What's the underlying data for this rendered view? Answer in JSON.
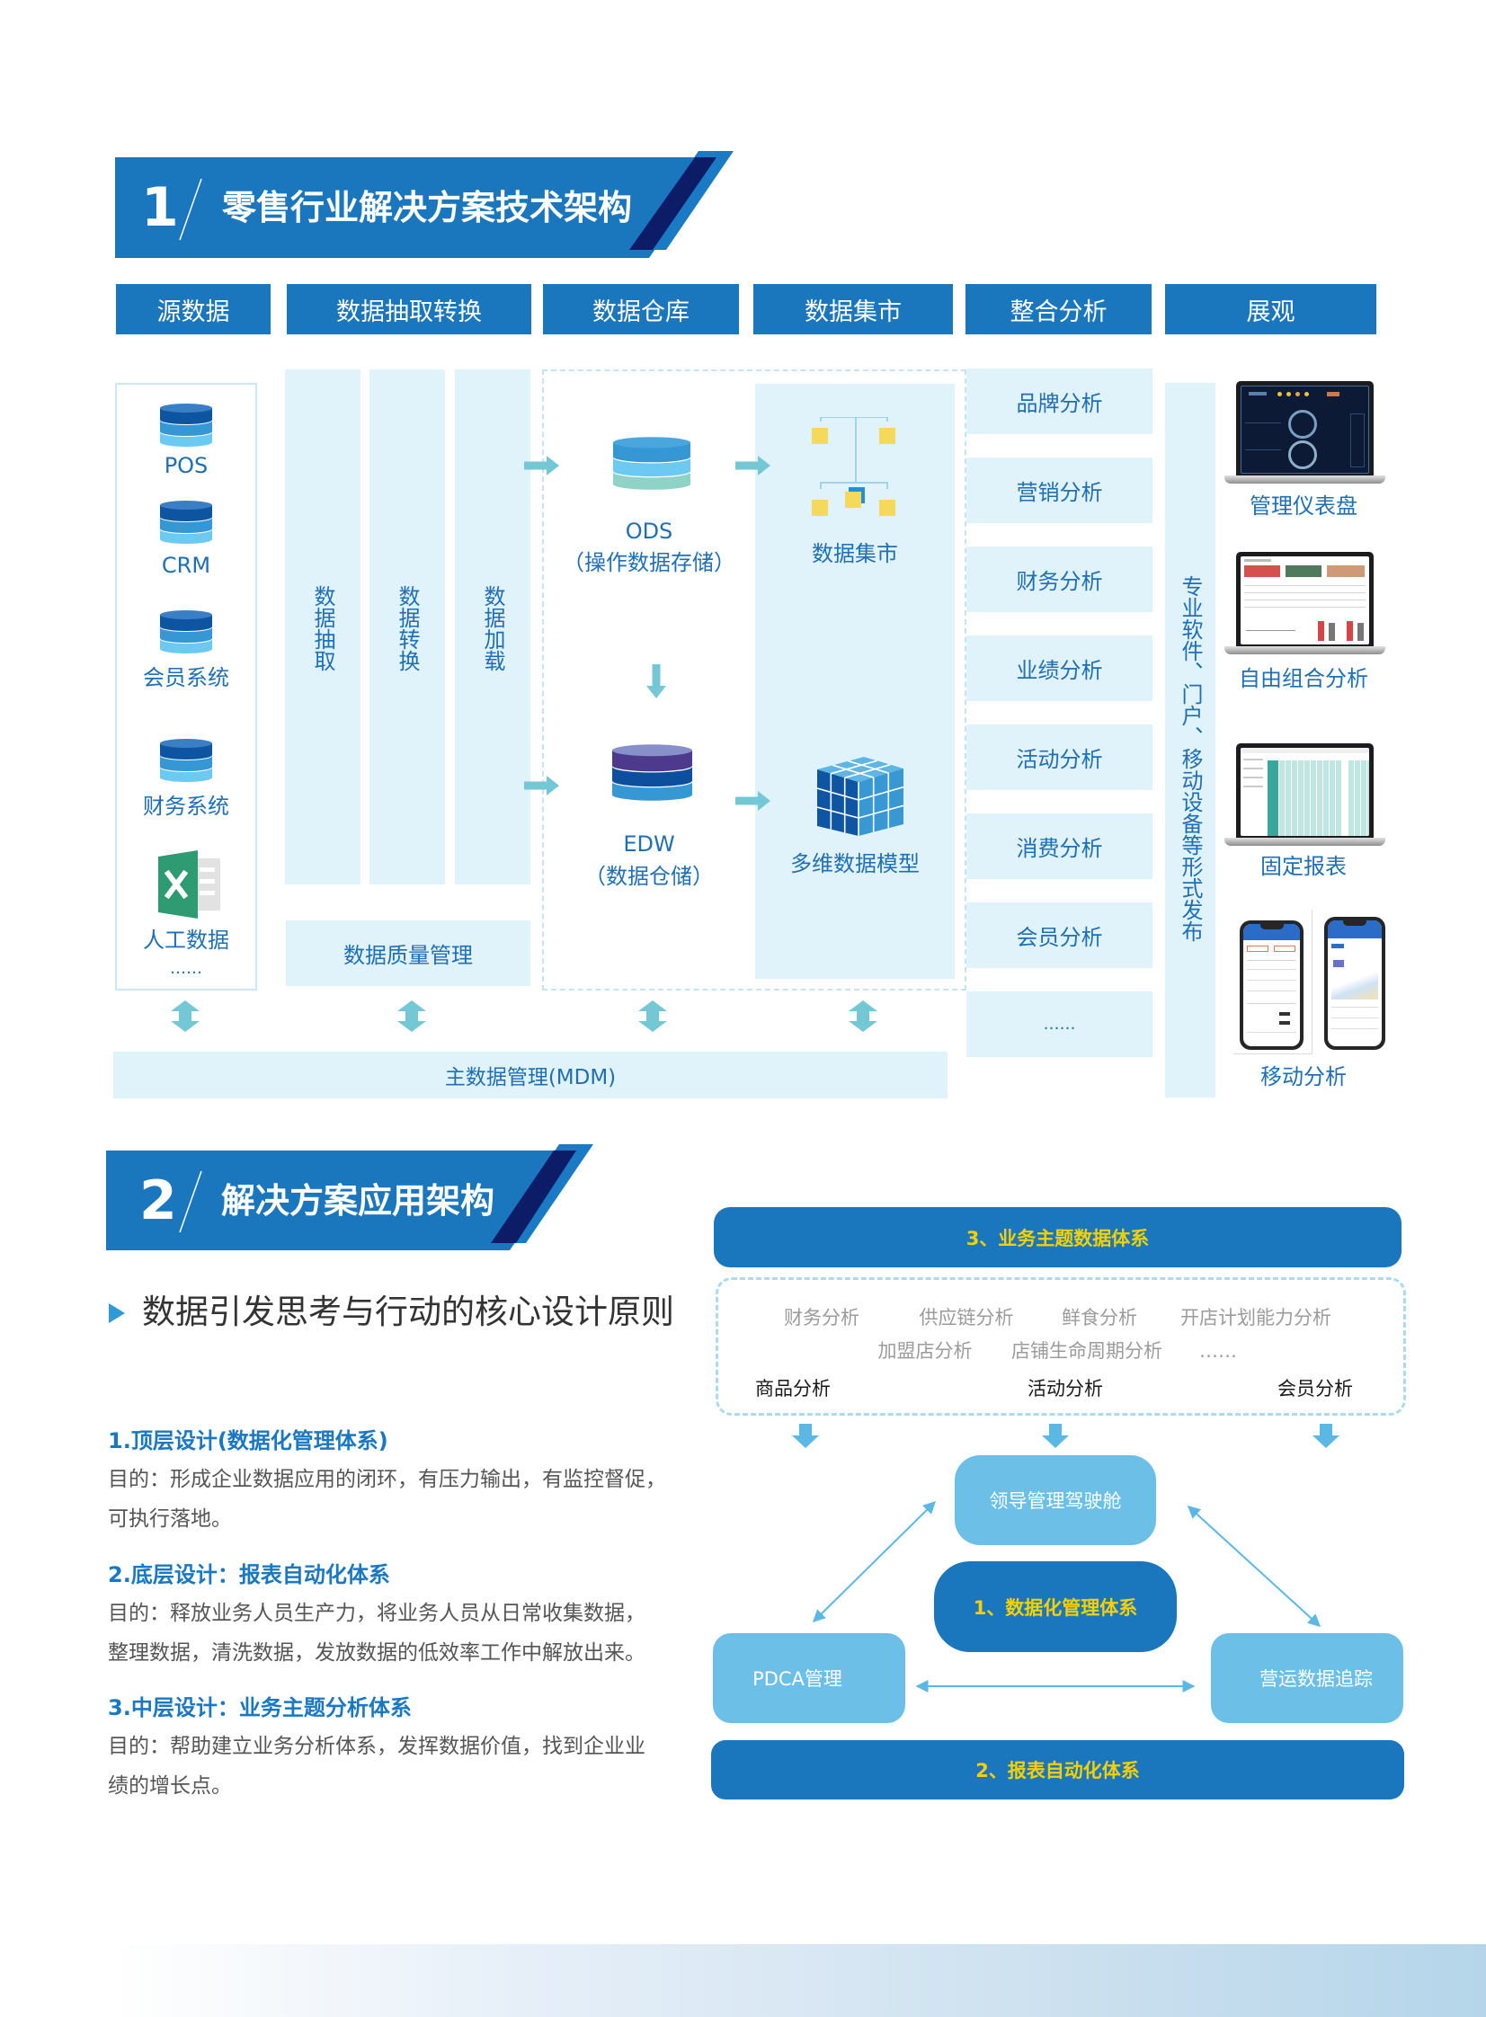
{
  "colors": {
    "primary_blue": "#1a76bd",
    "navy": "#0d1c66",
    "panel_light_blue": "#e0f2fa",
    "label_blue": "#1f6fb6",
    "arrow_teal": "#74c8d6",
    "diagram_light_blue": "#6cbfe6",
    "diagram_arrow": "#5bb8e4",
    "highlight_yellow": "#f6d000"
  },
  "section1": {
    "number": "1",
    "title": "零售行业解决方案技术架构",
    "columns": [
      "源数据",
      "数据抽取转换",
      "数据仓库",
      "数据集市",
      "整合分析",
      "展观"
    ],
    "sources": [
      {
        "label": "POS",
        "icon": "database-icon"
      },
      {
        "label": "CRM",
        "icon": "database-icon"
      },
      {
        "label": "会员系统",
        "icon": "database-icon"
      },
      {
        "label": "财务系统",
        "icon": "database-icon"
      },
      {
        "label": "人工数据",
        "icon": "excel-icon"
      }
    ],
    "sources_more": "……",
    "etl_steps": [
      "数据抽取",
      "数据转换",
      "数据加载"
    ],
    "quality": "数据质量管理",
    "warehouse": {
      "ods_name": "ODS",
      "ods_desc": "（操作数据存储）",
      "edw_name": "EDW",
      "edw_desc": "（数据仓储）"
    },
    "mart": {
      "datamart": "数据集市",
      "cube": "多维数据模型"
    },
    "analysis": [
      "品牌分析",
      "营销分析",
      "财务分析",
      "业绩分析",
      "活动分析",
      "消费分析",
      "会员分析",
      "……"
    ],
    "publish": "专业软件、门户、移动设备等形式发布",
    "display": [
      {
        "label": "管理仪表盘",
        "icon": "laptop-dashboard-icon"
      },
      {
        "label": "自由组合分析",
        "icon": "laptop-analysis-icon"
      },
      {
        "label": "固定报表",
        "icon": "laptop-report-icon"
      },
      {
        "label": "移动分析",
        "icon": "mobile-phone-icon"
      }
    ],
    "mdm": "主数据管理(MDM)"
  },
  "section2": {
    "number": "2",
    "title": "解决方案应用架构",
    "principles": {
      "heading": "数据引发思考与行动的核心设计原则",
      "items": [
        {
          "title": "1.顶层设计(数据化管理体系)",
          "lines": [
            "目的：形成企业数据应用的闭环，有压力输出，有监控督促，",
            "可执行落地。"
          ]
        },
        {
          "title": "2.底层设计：报表自动化体系",
          "lines": [
            "目的：释放业务人员生产力，将业务人员从日常收集数据，",
            "整理数据，清洗数据，发放数据的低效率工作中解放出来。"
          ]
        },
        {
          "title": "3.中层设计：业务主题分析体系",
          "lines": [
            "目的：帮助建立业务分析体系，发挥数据价值，找到企业业",
            "绩的增长点。"
          ]
        }
      ]
    },
    "diagram": {
      "top_bar": "3、业务主题数据体系",
      "topics_row1": [
        "财务分析",
        "供应链分析",
        "鲜食分析",
        "开店计划能力分析"
      ],
      "topics_row2": [
        "加盟店分析",
        "店铺生命周期分析",
        "……"
      ],
      "topics_main": [
        "商品分析",
        "活动分析",
        "会员分析"
      ],
      "cockpit": "领导管理驾驶舱",
      "core": "1、数据化管理体系",
      "pdca": "PDCA管理",
      "tracking": "营运数据追踪",
      "bottom_bar": "2、报表自动化体系"
    }
  }
}
